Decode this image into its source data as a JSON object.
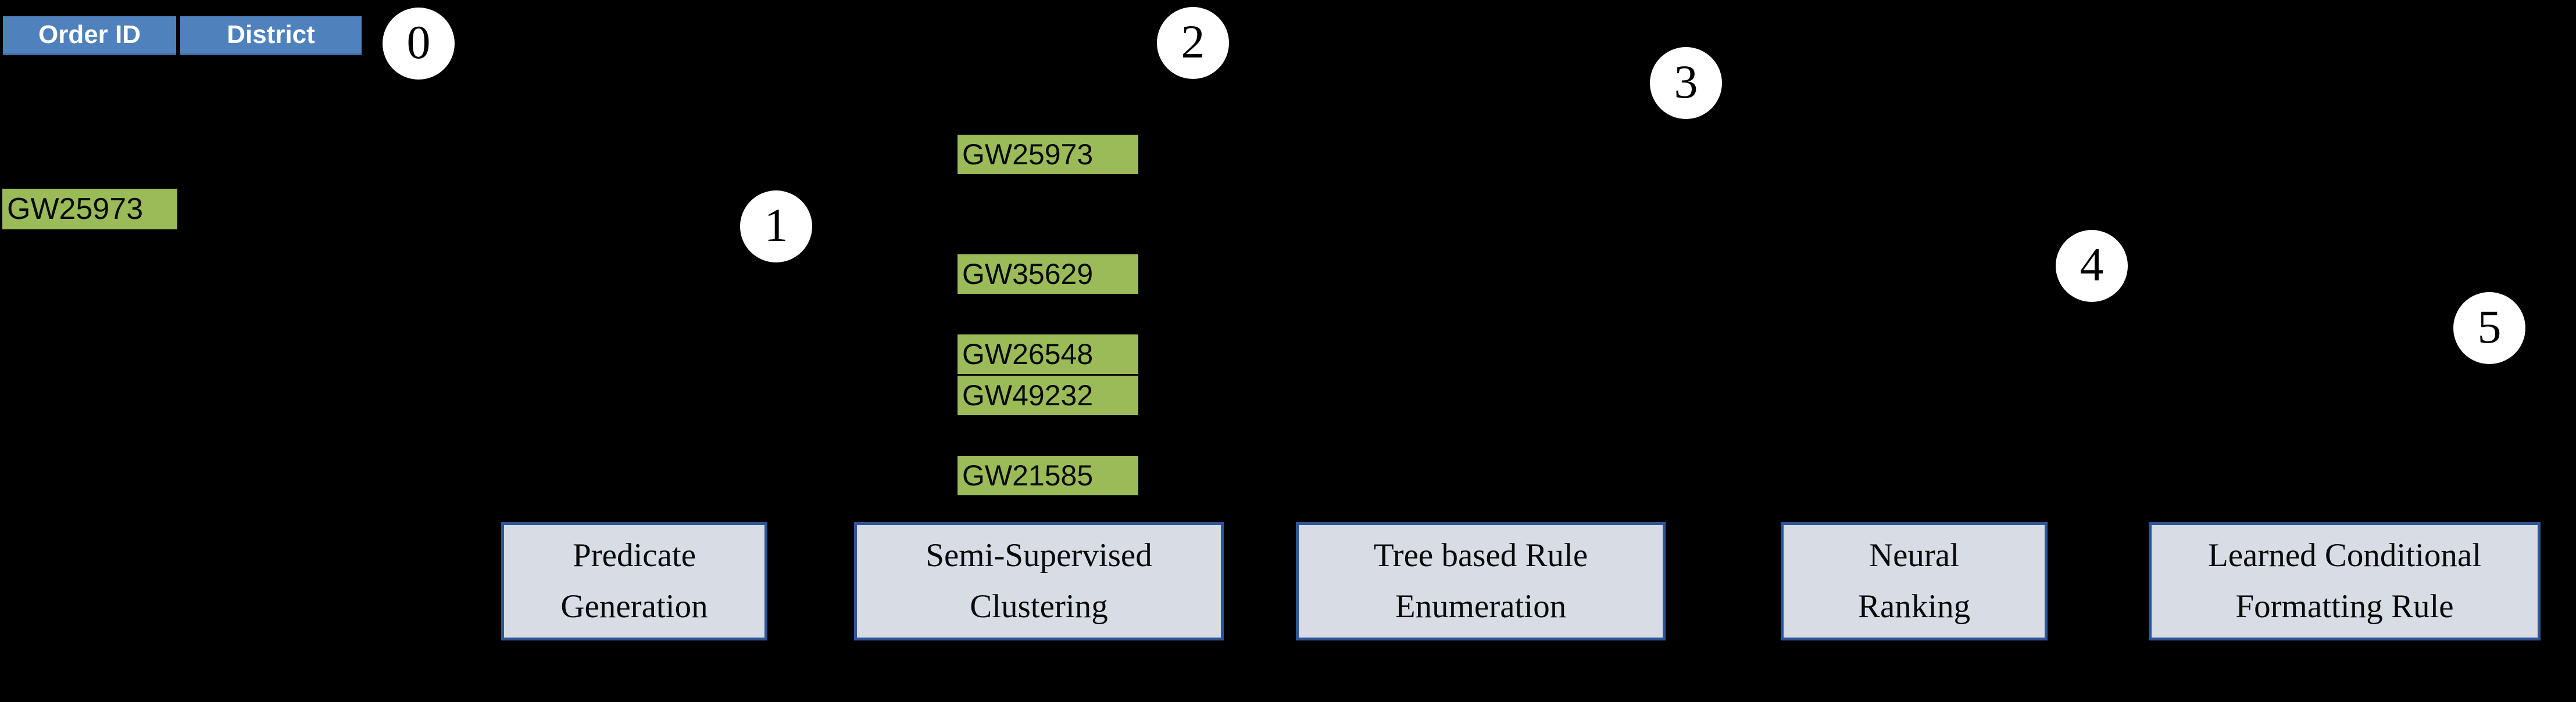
{
  "table": {
    "headers": [
      "Order ID",
      "District"
    ],
    "highlighted_row_value": "GW25973"
  },
  "clusters": [
    "GW25973",
    "GW35629",
    "GW26548",
    "GW49232",
    "GW21585"
  ],
  "steps": [
    "0",
    "1",
    "2",
    "3",
    "4",
    "5"
  ],
  "stages": [
    {
      "line1": "Predicate",
      "line2": "Generation"
    },
    {
      "line1": "Semi-Supervised",
      "line2": "Clustering"
    },
    {
      "line1": "Tree based Rule",
      "line2": "Enumeration"
    },
    {
      "line1": "Neural",
      "line2": "Ranking"
    },
    {
      "line1": "Learned Conditional",
      "line2": "Formatting Rule"
    }
  ],
  "colors": {
    "header_blue": "#4F81BD",
    "cell_green": "#9BBB59",
    "stage_fill": "#D7DCE5",
    "stage_border": "#2F5597",
    "badge_fill": "#FFFFFF",
    "background": "#000000"
  }
}
